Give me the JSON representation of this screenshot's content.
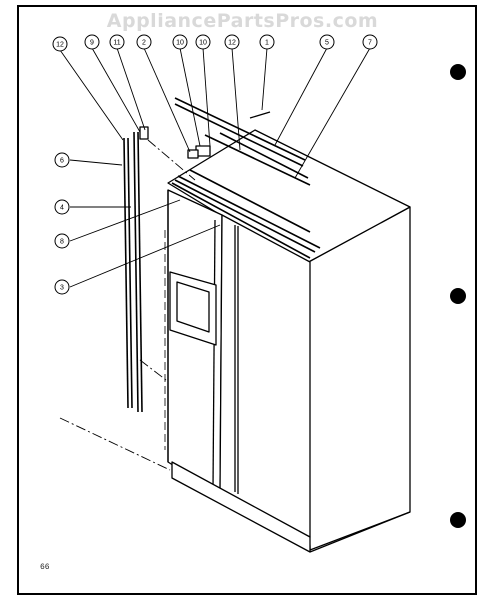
{
  "watermark": "AppliancePartsPros.com",
  "page_number": "66",
  "callouts_top": [
    "12",
    "9",
    "11",
    "2",
    "10",
    "10",
    "12",
    "1",
    "5",
    "7"
  ],
  "callouts_left": [
    "6",
    "4",
    "8",
    "3"
  ]
}
